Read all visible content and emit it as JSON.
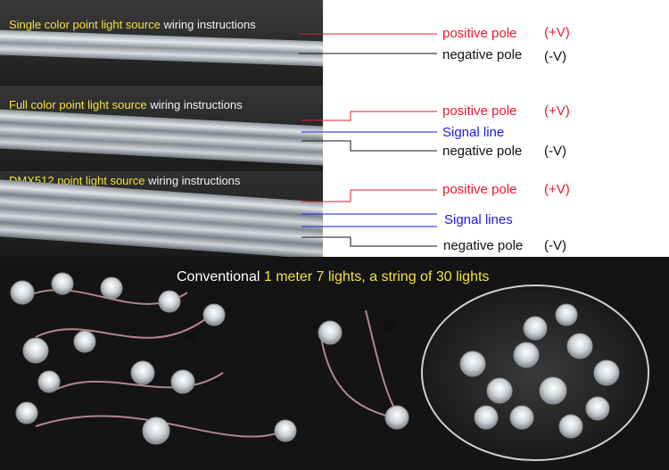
{
  "panels": [
    {
      "highlight": "Single color point light source",
      "rest": " wiring instructions"
    },
    {
      "highlight": "Full color point light source",
      "rest": " wiring instructions"
    },
    {
      "highlight": "DMX512 point light source",
      "rest": " wiring instructions"
    }
  ],
  "labels": {
    "positive_pole_1": "positive pole",
    "plus_v_1": "(+V)",
    "negative_pole_1": "negative pole",
    "minus_v_1": "(-V)",
    "positive_pole_2": "positive pole",
    "plus_v_2": "(+V)",
    "signal_line": "Signal line",
    "negative_pole_2": "negative pole",
    "minus_v_2": "(-V)",
    "positive_pole_3": "positive pole",
    "plus_v_3": "(+V)",
    "signal_lines": "Signal lines",
    "negative_pole_3": "negative pole",
    "minus_v_3": "(-V)"
  },
  "caption": {
    "prefix": "Conventional ",
    "highlight": "1 meter 7 lights, a string of 30 lights"
  },
  "colors": {
    "positive": "#e8192c",
    "negative": "#111111",
    "signal": "#1a1ae6",
    "highlight": "#f4e23a"
  }
}
